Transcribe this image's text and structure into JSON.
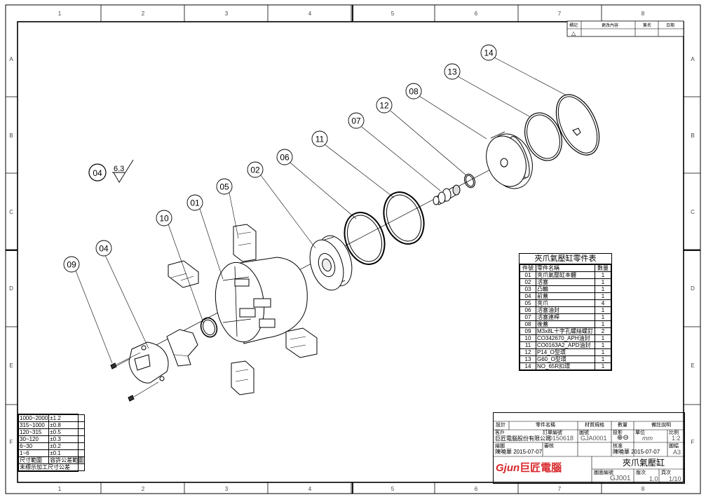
{
  "zones": {
    "columns": [
      "1",
      "2",
      "3",
      "4",
      "5",
      "6",
      "7",
      "8"
    ],
    "rows": [
      "A",
      "B",
      "C",
      "D",
      "E",
      "F"
    ]
  },
  "revision_block": {
    "h1": "標記",
    "h2": "更改內容",
    "h3": "簽名",
    "h4": "日期",
    "mark": "△"
  },
  "balloons": [
    "14",
    "13",
    "08",
    "12",
    "07",
    "11",
    "06",
    "02",
    "05",
    "01",
    "10",
    "04",
    "09"
  ],
  "surface_note": {
    "part": "04",
    "finish": "6.3"
  },
  "bom": {
    "title": "夾爪氣壓缸零件表",
    "headers": [
      "件號",
      "零件名稱",
      "數量"
    ],
    "rows": [
      [
        "01",
        "夾爪氣壓缸本體",
        "1"
      ],
      [
        "02",
        "活塞",
        "1"
      ],
      [
        "03",
        "凸輪",
        "1"
      ],
      [
        "04",
        "前蓋",
        "1"
      ],
      [
        "05",
        "夾爪",
        "4"
      ],
      [
        "06",
        "活塞油封",
        "1"
      ],
      [
        "07",
        "活塞連桿",
        "1"
      ],
      [
        "08",
        "後蓋",
        "1"
      ],
      [
        "09",
        "M3x8L十字孔螺絲螺釘",
        "2"
      ],
      [
        "10",
        "CO342670_APH油封",
        "1"
      ],
      [
        "11",
        "CO0163A2_APD油封",
        "1"
      ],
      [
        "12",
        "P14_O型環",
        "1"
      ],
      [
        "13",
        "G60_O型環",
        "1"
      ],
      [
        "14",
        "NO_65R扣環",
        "1"
      ]
    ]
  },
  "tolerance": {
    "rows": [
      [
        "1000~2000",
        "±1.2"
      ],
      [
        "315~1000",
        "±0.8"
      ],
      [
        "120~315",
        "±0.5"
      ],
      [
        "30~120",
        "±0.3"
      ],
      [
        "6~30",
        "±0.2"
      ],
      [
        "1~6",
        "±0.1"
      ],
      [
        "尺寸範圍",
        "容許公差範圍"
      ]
    ],
    "footer": "未標示加工尺寸公差"
  },
  "title_block": {
    "h_designer": "設計",
    "h_name": "零件名稱",
    "h_material": "材質規格",
    "h_qty": "數量",
    "h_remark": "備註說明",
    "company_label": "客戶",
    "company": "巨匠電腦股份有限公司",
    "order_label": "訂單編號",
    "order": "20150618",
    "drawing_label": "圖號",
    "drawing": "GJA0001",
    "proj_label": "投影",
    "proj": "⊕⊖",
    "unit_label": "單位",
    "unit": "mm",
    "scale_label": "比例",
    "scale": "1:2",
    "draw_label": "繪圖",
    "draw_date": "陳曉華 2015-07-07",
    "check_label": "審核",
    "check_date": "陳曉華 2015-07-07",
    "sheet_label": "圖幅",
    "sheet": "A3",
    "approve_label": "核准",
    "title": "夾爪氣壓缸",
    "drawing_no_label": "圖面編號",
    "drawing_no": "GJ001",
    "version_label": "版次",
    "version": "1.0",
    "page_label": "頁次",
    "page": "1/10"
  },
  "brand": {
    "latin": "Gjun",
    "name": "巨匠電腦"
  }
}
